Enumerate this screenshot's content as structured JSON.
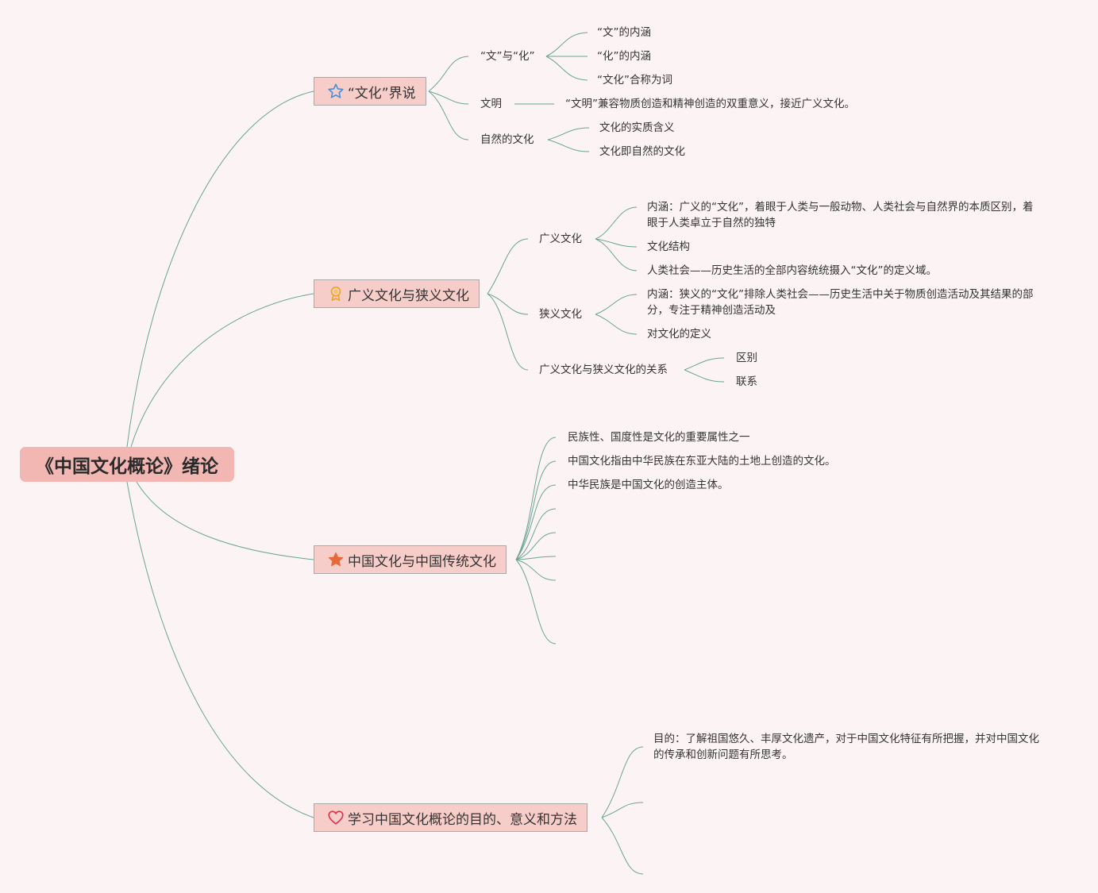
{
  "root": {
    "label": "《中国文化概论》绪论"
  },
  "branches": {
    "b1": {
      "label": "“文化”界说",
      "icon": "star-outline-icon",
      "children": {
        "wenhua": {
          "label": "“文”与“化”",
          "children": [
            "“文”的内涵",
            "“化”的内涵",
            "“文化”合称为词"
          ]
        },
        "wenming": {
          "label": "文明",
          "children": [
            "“文明”兼容物质创造和精神创造的双重意义，接近广义文化。"
          ]
        },
        "ziran": {
          "label": "自然的文化",
          "children": [
            "文化的实质含义",
            "文化即自然的文化"
          ]
        }
      }
    },
    "b2": {
      "label": "广义文化与狭义文化",
      "icon": "award-ribbon-icon",
      "children": {
        "guangyi": {
          "label": "广义文化",
          "children": [
            "内涵：广义的“文化”，着眼于人类与一般动物、人类社会与自然界的本质区别，着眼于人类卓立于自然的独特",
            "文化结构",
            "人类社会——历史生活的全部内容统统摄入“文化”的定义域。"
          ]
        },
        "xiayi": {
          "label": "狭义文化",
          "children": [
            "内涵：狭义的“文化”排除人类社会——历史生活中关于物质创造活动及其结果的部分，专注于精神创造活动及",
            "对文化的定义"
          ]
        },
        "guanxi": {
          "label": "广义文化与狭义文化的关系",
          "children": [
            "区别",
            "联系"
          ]
        }
      }
    },
    "b3": {
      "label": "中国文化与中国传统文化",
      "icon": "star-filled-icon",
      "children": [
        "民族性、国度性是文化的重要属性之一",
        "中国文化指由中华民族在东亚大陆的土地上创造的文化。",
        "中华民族是中国文化的创造主体。"
      ]
    },
    "b4": {
      "label": "学习中国文化概论的目的、意义和方法",
      "icon": "heart-outline-icon",
      "children": [
        "目的：了解祖国悠久、丰厚文化遗产，对于中国文化特征有所把握，并对中国文化的传承和创新问题有所思考。"
      ]
    }
  },
  "colors": {
    "background": "#fbf3f4",
    "root_fill": "#f2b7b3",
    "branch_fill": "#f7cdc9",
    "connector": "#6aa595",
    "star_outline": "#4a8fd4",
    "award": "#e9a82d",
    "star_filled": "#e46a3a",
    "heart": "#d9344a"
  }
}
